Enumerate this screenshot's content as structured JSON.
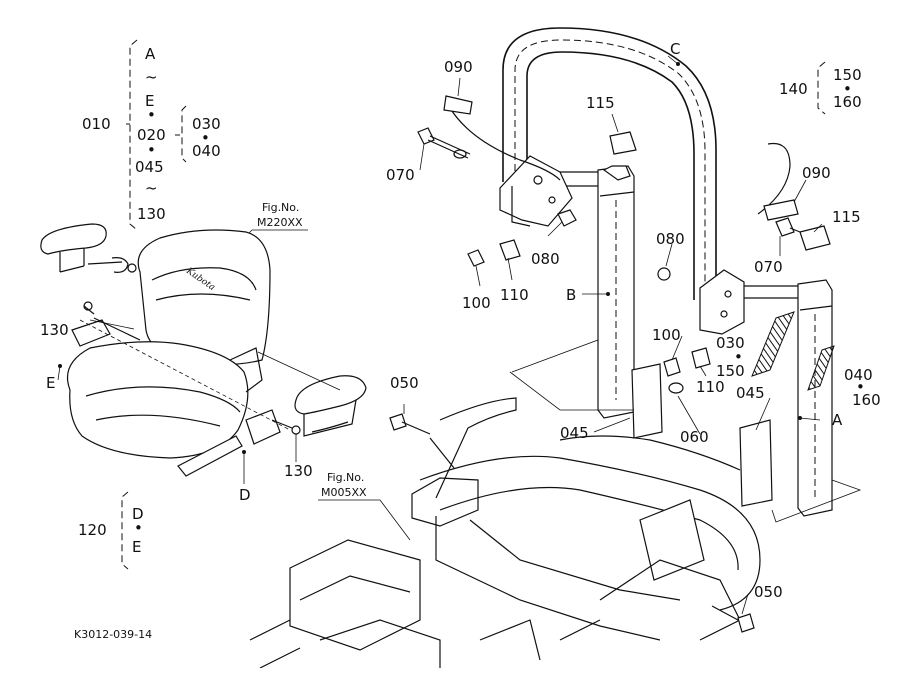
{
  "diagram": {
    "figure_code": "K3012-039-14",
    "fig_refs": [
      {
        "label": "Fig.No.",
        "code": "M220XX"
      },
      {
        "label": "Fig.No.",
        "code": "M005XX"
      }
    ],
    "groups": {
      "g010": {
        "no": "010",
        "items": [
          "A",
          "~",
          "E",
          "•",
          "020",
          "•",
          "045",
          "~",
          "130"
        ]
      },
      "g020": {
        "items": [
          "030",
          "•",
          "040"
        ]
      },
      "g120": {
        "no": "120",
        "items": [
          "D",
          "•",
          "E"
        ]
      },
      "g140": {
        "no": "140",
        "items": [
          "150",
          "•",
          "160"
        ]
      },
      "g040": {
        "items": [
          "040",
          "•",
          "160"
        ]
      },
      "g030": {
        "items": [
          "030",
          "•",
          "150"
        ]
      }
    },
    "parts": {
      "p090a": "090",
      "p070a": "070",
      "p115a": "115",
      "p080a": "080",
      "p100a": "100",
      "p110a": "110",
      "pC": "C",
      "pB": "B",
      "p080b": "080",
      "p100b": "100",
      "p110b": "110",
      "p090b": "090",
      "p115b": "115",
      "p070b": "070",
      "p045a": "045",
      "p045b": "045",
      "p060": "060",
      "p050a": "050",
      "p050b": "050",
      "pA": "A",
      "p130a": "130",
      "p130b": "130",
      "pE": "E",
      "pD": "D"
    }
  }
}
